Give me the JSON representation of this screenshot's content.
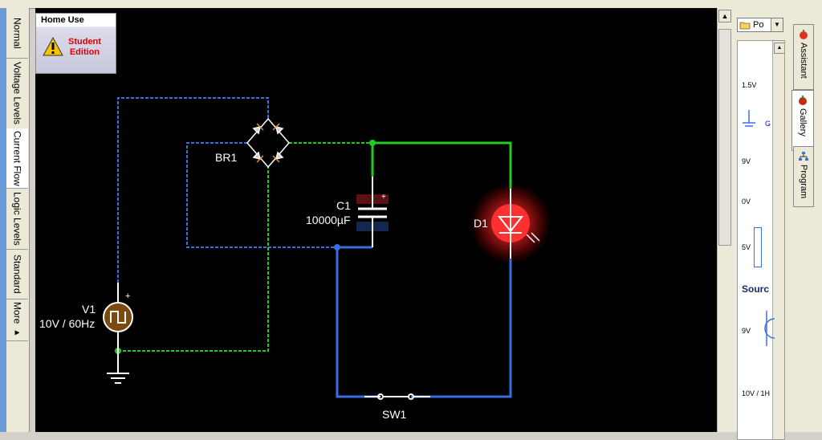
{
  "left_tabs": [
    "Normal",
    "Voltage Levels",
    "Current Flow",
    "Logic Levels",
    "Standard",
    "More ▸"
  ],
  "active_left_tab": 2,
  "badge": {
    "header": "Home Use",
    "line1": "Student",
    "line2": "Edition"
  },
  "components": {
    "br1": "BR1",
    "c1_name": "C1",
    "c1_value": "10000µF",
    "d1": "D1",
    "v1_name": "V1",
    "v1_value": "10V / 60Hz",
    "sw1": "SW1"
  },
  "gallery": {
    "combo_value": "Po",
    "items": [
      "1.5V",
      "G",
      "9V",
      "0V",
      "5V",
      "Sourc",
      "9V",
      "10V / 1H"
    ]
  },
  "right_tabs": [
    "Assistant",
    "Gallery",
    "Program"
  ],
  "active_right_tab": 1,
  "colors": {
    "wire_blue": "#3a6fe0",
    "wire_green": "#22cc22",
    "led": "#ff3030",
    "badge_text": "#e00000"
  }
}
